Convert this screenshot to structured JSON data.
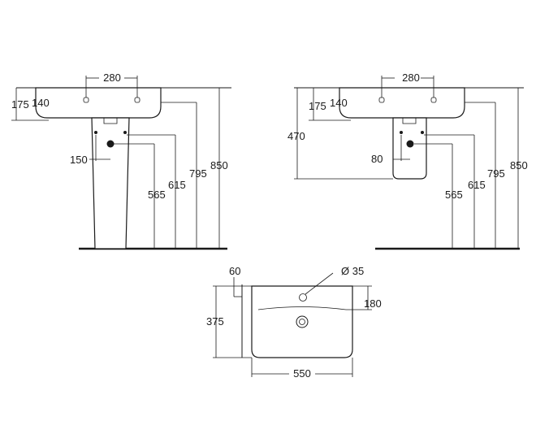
{
  "views": {
    "pedestal": {
      "labels": {
        "tap_spacing": "280",
        "basin_depth": "175",
        "tap_height": "140",
        "waste_offset": "150",
        "waste_height": "565",
        "supply_height": "615",
        "overflow_height": "795",
        "rim_height": "850"
      }
    },
    "wall": {
      "labels": {
        "tap_spacing": "280",
        "basin_depth": "175",
        "tap_height": "140",
        "bracket_height": "470",
        "waste_offset": "80",
        "waste_height": "565",
        "supply_height": "615",
        "overflow_height": "795",
        "rim_height": "850"
      }
    },
    "plan": {
      "labels": {
        "tap_offset": "60",
        "tap_hole": "Ø 35",
        "depth": "375",
        "bowl_depth": "180",
        "width": "550"
      }
    }
  }
}
